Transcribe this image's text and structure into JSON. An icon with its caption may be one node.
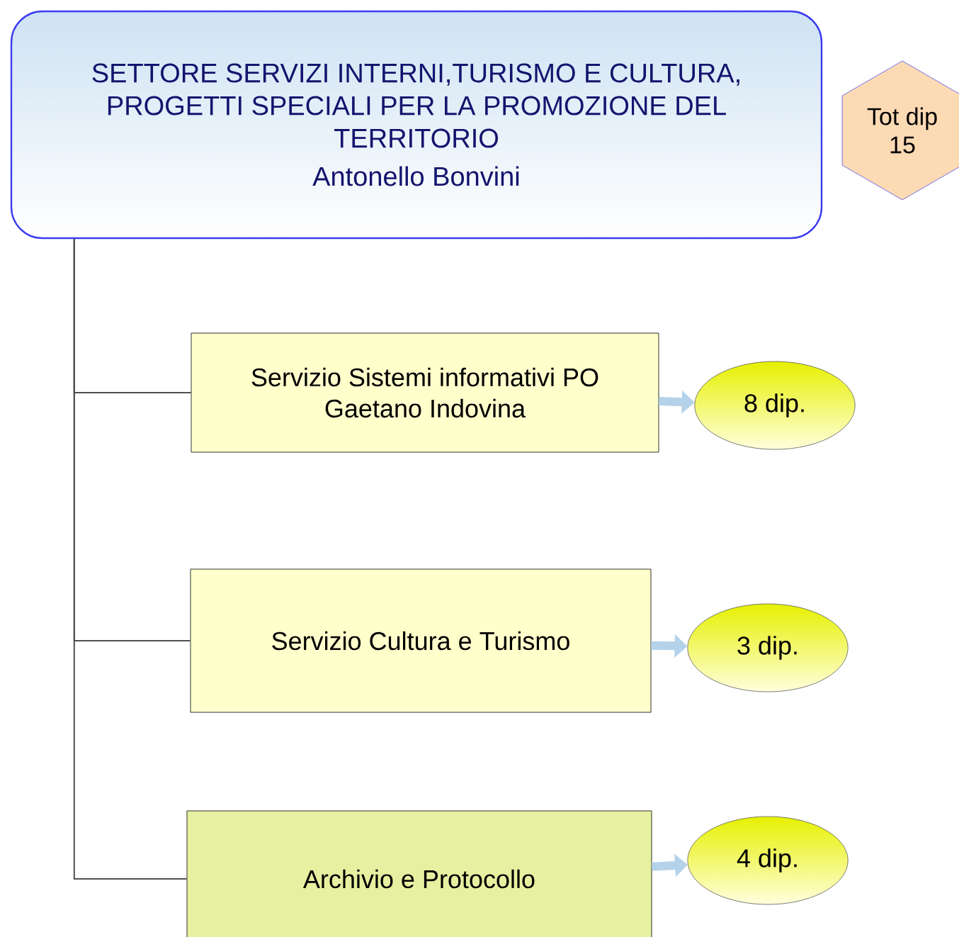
{
  "diagram": {
    "nodes": [
      {
        "text": [
          "SETTORE SERVIZI INTERNI,TURISMO E CULTURA, PROGETTI SPECIALI PER LA PROMOZIONE DEL TERRITORIO",
          "Antonello Bonvini"
        ]
      },
      {
        "text": [
          "Tot dip 15"
        ]
      },
      {
        "text": [
          "Servizio Sistemi informativi PO Gaetano Indovina"
        ]
      },
      {
        "text": [
          "Servizio Cultura e Turismo"
        ]
      },
      {
        "text": [
          "Archivio e Protocollo"
        ]
      },
      {
        "text": [
          "8 dip."
        ]
      },
      {
        "text": [
          "3 dip."
        ]
      },
      {
        "text": [
          "4 dip."
        ]
      }
    ],
    "edges": [
      {
        "from": 0,
        "to": 2,
        "arrow": "none"
      },
      {
        "from": 0,
        "to": 3,
        "arrow": "none"
      },
      {
        "from": 0,
        "to": 4,
        "arrow": "none"
      },
      {
        "from": 2,
        "to": 5,
        "arrow": "to",
        "style": "thick",
        "color": "#b4d2ea"
      },
      {
        "from": 3,
        "to": 6,
        "arrow": "to",
        "style": "thick",
        "color": "#b4d2ea"
      },
      {
        "from": 4,
        "to": 7,
        "arrow": "to",
        "style": "thick",
        "color": "#b4d2ea"
      }
    ]
  }
}
